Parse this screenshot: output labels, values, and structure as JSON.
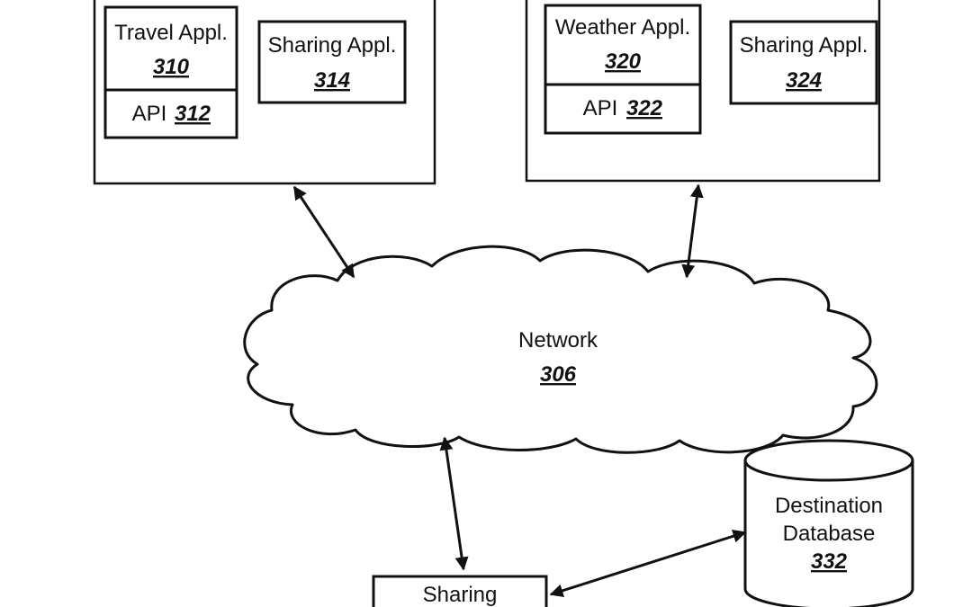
{
  "device_left": {
    "travel_app": {
      "label": "Travel Appl.",
      "ref": "310"
    },
    "api": {
      "label": "API",
      "ref": "312"
    },
    "sharing_app": {
      "label": "Sharing Appl.",
      "ref": "314"
    }
  },
  "device_right": {
    "weather_app": {
      "label": "Weather Appl.",
      "ref": "320"
    },
    "api": {
      "label": "API",
      "ref": "322"
    },
    "sharing_app": {
      "label": "Sharing Appl.",
      "ref": "324"
    }
  },
  "network": {
    "label": "Network",
    "ref": "306"
  },
  "database": {
    "label_line1": "Destination",
    "label_line2": "Database",
    "ref": "332"
  },
  "sharing_server": {
    "label": "Sharing"
  },
  "colors": {
    "stroke": "#111111",
    "background": "#ffffff"
  }
}
